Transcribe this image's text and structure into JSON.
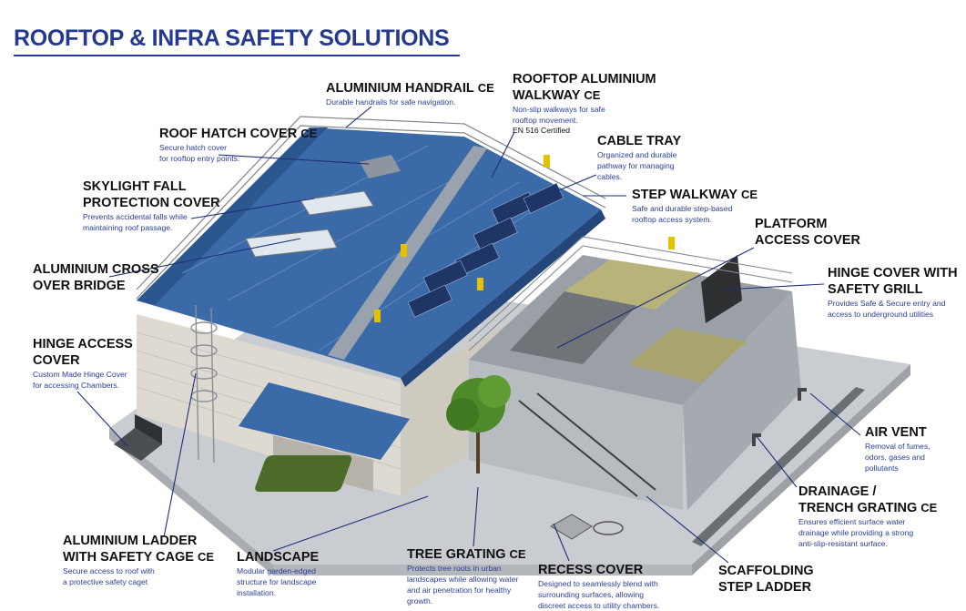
{
  "header": {
    "title": "ROOFTOP & INFRA SAFETY SOLUTIONS"
  },
  "ce_mark": "CE",
  "colors": {
    "title": "#243a8e",
    "description": "#2a3d95",
    "roof": "#3a6aa8",
    "leader": "#1e2f7a"
  },
  "labels": {
    "handrail": {
      "title": "ALUMINIUM  HANDRAIL",
      "desc": "Durable handrails for safe navigation."
    },
    "walkway": {
      "title1": "ROOFTOP ALUMINIUM",
      "title2": "WALKWAY",
      "desc1": "Non-slip walkways for safe",
      "desc2": "rooftop movement.",
      "cert": "EN 516 Certified"
    },
    "hatch": {
      "title": "ROOF HATCH COVER",
      "desc1": "Secure hatch cover",
      "desc2": "for rooftop entry points."
    },
    "cable_tray": {
      "title": "CABLE TRAY",
      "desc1": "Organized and durable",
      "desc2": "pathway for managing",
      "desc3": "cables."
    },
    "skylight": {
      "title1": "SKYLIGHT FALL",
      "title2": "PROTECTION COVER",
      "desc1": "Prevents accidental falls while",
      "desc2": "maintaining roof passage."
    },
    "step_walkway": {
      "title": "STEP WALKWAY",
      "desc1": "Safe and durable step-based",
      "desc2": "rooftop access system."
    },
    "platform": {
      "title1": "PLATFORM",
      "title2": "ACCESS COVER"
    },
    "cross_bridge": {
      "title1": "ALUMINIUM CROSS",
      "title2": "OVER BRIDGE"
    },
    "hinge_grill": {
      "title1": "HINGE COVER WITH",
      "title2": "SAFETY GRILL",
      "desc1": "Provides Safe & Secure entry and",
      "desc2": "access to underground utilities"
    },
    "hinge_access": {
      "title1": "HINGE ACCESS",
      "title2": "COVER",
      "desc1": "Custom Made Hinge Cover",
      "desc2": "for accessing Chambers."
    },
    "air_vent": {
      "title": "AIR VENT",
      "desc1": "Removal of fumes,",
      "desc2": "odors, gases and",
      "desc3": "pollutants"
    },
    "drainage": {
      "title1": "DRAINAGE /",
      "title2": "TRENCH GRATING",
      "desc1": "Ensures efficient surface water",
      "desc2": "drainage while providing a strong",
      "desc3": "anti-slip-resistant surface."
    },
    "ladder": {
      "title1": "ALUMINIUM LADDER",
      "title2": "WITH SAFETY CAGE",
      "desc1": "Secure access to roof with",
      "desc2": "a protective safety caget"
    },
    "landscape": {
      "title": "LANDSCAPE",
      "desc1": "Modular garden-edged",
      "desc2": "structure for landscape",
      "desc3": "installation."
    },
    "tree_grating": {
      "title": "TREE GRATING",
      "desc1": "Protects tree roots in urban",
      "desc2": "landscapes while allowing water",
      "desc3": "and air penetration for healthy",
      "desc4": "growth."
    },
    "recess": {
      "title": "RECESS COVER",
      "desc1": "Designed to seamlessly blend with",
      "desc2": "surrounding surfaces, allowing",
      "desc3": "discreet access to utility chambers."
    },
    "scaffolding": {
      "title1": "SCAFFOLDING",
      "title2": "STEP LADDER"
    }
  }
}
